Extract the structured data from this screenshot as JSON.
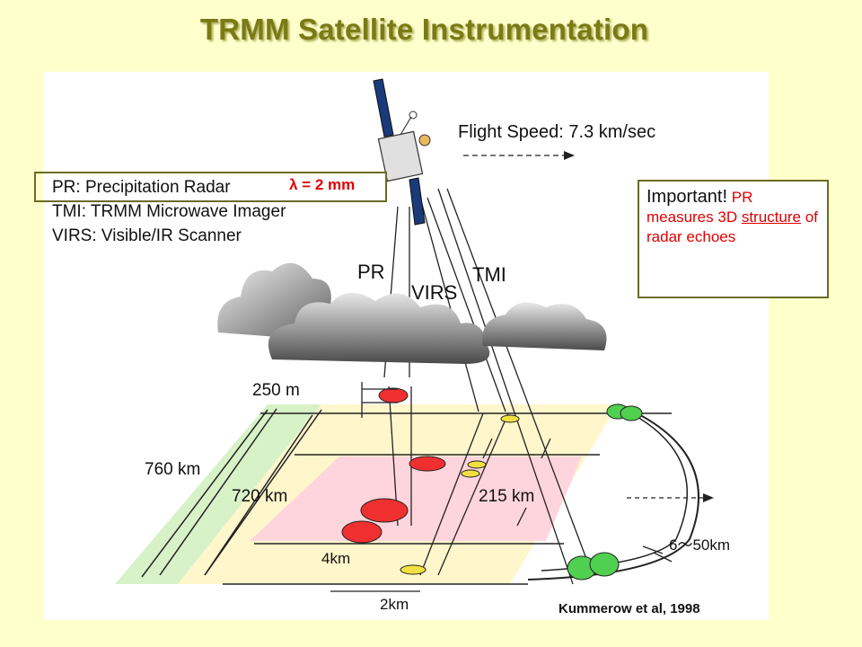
{
  "title": "TRMM Satellite Instrumentation",
  "figure": {
    "flight_speed": "Flight Speed: 7.3 km/sec",
    "pr_line": "PR: Precipitation Radar",
    "pr_lambda": "λ = 2 mm",
    "tmi_line": "TMI: TRMM Microwave Imager",
    "virs_line": "VIRS: Visible/IR Scanner",
    "beam_pr": "PR",
    "beam_virs": "VIRS",
    "beam_tmi": "TMI",
    "dim_250m": "250 m",
    "dim_760km": "760 km",
    "dim_720km": "720 km",
    "dim_215km": "215 km",
    "dim_4km": "4km",
    "dim_2km": "2km",
    "dim_6_50km": "6～50km"
  },
  "callout": {
    "lead": "Important!",
    "w1": " PR measures 3D ",
    "w2": "structure",
    "w3": " of radar echoes"
  },
  "citation": "Kummerow et al, 1998",
  "colors": {
    "title": "#7a7a16",
    "highlight": "#e00000",
    "box_border": "#6b6b26",
    "background": "#ffffcc"
  }
}
